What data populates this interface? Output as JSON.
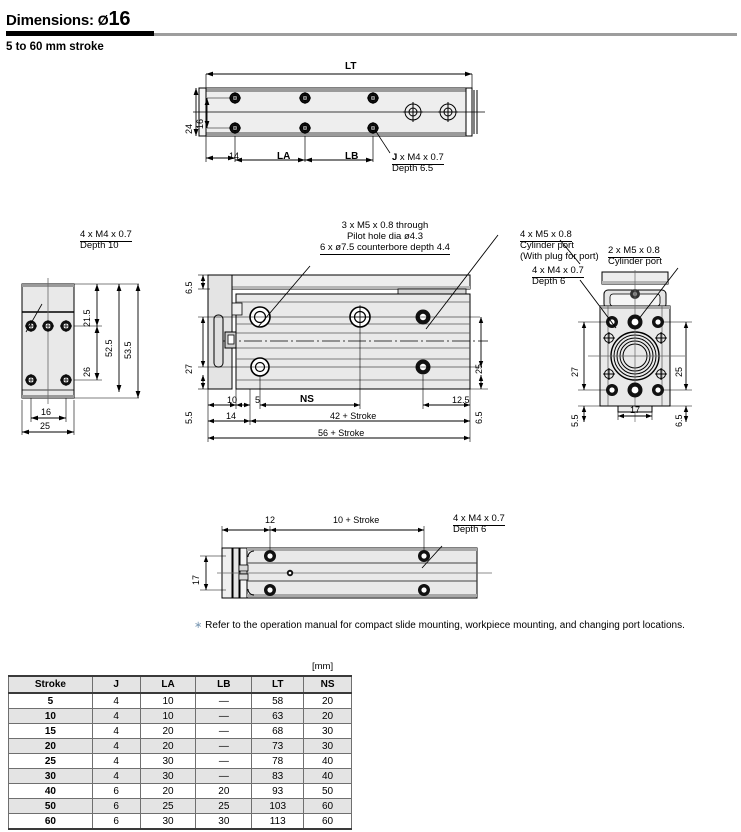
{
  "header": {
    "title_prefix": "Dimensions:",
    "diameter_symbol": "Ø",
    "size": "16",
    "subtitle": "5 to 60 mm stroke"
  },
  "top_view": {
    "label_lt": "LT",
    "label_14": "14",
    "label_la": "LA",
    "label_lb": "LB",
    "label_24": "24",
    "label_16": "16",
    "callout_line1": "J x M4 x 0.7",
    "callout_line1_bold": "J",
    "callout_line1_rest": " x M4 x 0.7",
    "callout_line2": "Depth 6.5"
  },
  "left_view": {
    "callout_line1": "4 x M4 x 0.7",
    "callout_line2": "Depth 10",
    "dim_21_5": "21.5",
    "dim_26": "26",
    "dim_52_5": "52.5",
    "dim_53_5": "53.5",
    "dim_16": "16",
    "dim_25": "25"
  },
  "front_view": {
    "callout_a_line1": "3 x M5 x 0.8 through",
    "callout_a_line2": "Pilot hole dia ø4.3",
    "callout_a_line3": "6 x ø7.5 counterbore depth 4.4",
    "dim_6_5_left": "6.5",
    "dim_27": "27",
    "dim_5_5_left": "5.5",
    "dim_10": "10",
    "dim_5": "5",
    "dim_ns": "NS",
    "dim_12_5": "12.5",
    "dim_25_right": "25",
    "dim_6_5_right": "6.5",
    "dim_14": "14",
    "dim_42_stroke": "42 + Stroke",
    "dim_56_stroke": "56 + Stroke"
  },
  "side_view": {
    "callout_cyl_line1": "4 x M5 x 0.8",
    "callout_cyl_line2": "Cylinder port",
    "callout_cyl_line3": "(With plug for port)",
    "callout_m4_line1": "4 x M4 x 0.7",
    "callout_m4_line2": "Depth 6",
    "callout_2m5_line1": "2 x M5 x 0.8",
    "callout_2m5_line2": "Cylinder port",
    "dim_27": "27",
    "dim_25": "25",
    "dim_5_5": "5.5",
    "dim_17": "17",
    "dim_6_5": "6.5"
  },
  "bottom_view": {
    "dim_12": "12",
    "dim_10_stroke": "10 + Stroke",
    "dim_17": "17",
    "callout_line1": "4 x M4 x 0.7",
    "callout_line2": "Depth 6"
  },
  "footnote": {
    "asterisk": "∗",
    "text": "Refer to the operation manual for compact slide mounting, workpiece mounting, and changing port locations."
  },
  "table": {
    "unit": "[mm]",
    "headers": [
      "Stroke",
      "J",
      "LA",
      "LB",
      "LT",
      "NS"
    ],
    "rows": [
      [
        "5",
        "4",
        "10",
        "—",
        "58",
        "20"
      ],
      [
        "10",
        "4",
        "10",
        "—",
        "63",
        "20"
      ],
      [
        "15",
        "4",
        "20",
        "—",
        "68",
        "30"
      ],
      [
        "20",
        "4",
        "20",
        "—",
        "73",
        "30"
      ],
      [
        "25",
        "4",
        "30",
        "—",
        "78",
        "40"
      ],
      [
        "30",
        "4",
        "30",
        "—",
        "83",
        "40"
      ],
      [
        "40",
        "6",
        "20",
        "20",
        "93",
        "50"
      ],
      [
        "50",
        "6",
        "25",
        "25",
        "103",
        "60"
      ],
      [
        "60",
        "6",
        "30",
        "30",
        "113",
        "60"
      ]
    ]
  },
  "colors": {
    "rule_dark": "#000000",
    "rule_grey": "#9d9d9d",
    "body_fill": "#e9e9e9",
    "table_header_bg": "#e4e4e4",
    "table_border": "#6f6f6f"
  }
}
